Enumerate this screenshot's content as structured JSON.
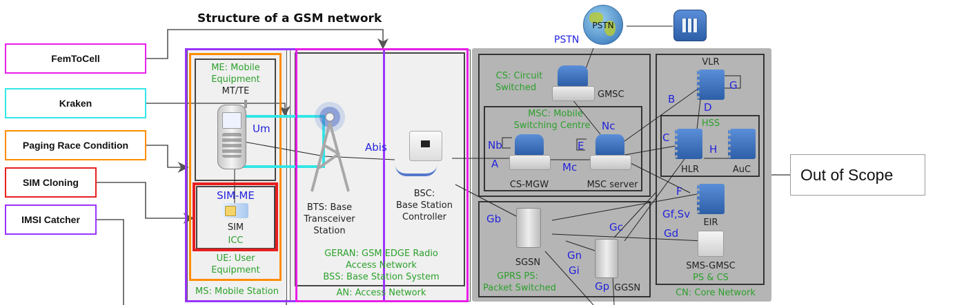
{
  "title": "Structure of a GSM network",
  "attack_labels": [
    {
      "label": "FemToCell",
      "color": "#e81ee8"
    },
    {
      "label": "Kraken",
      "color": "#33e6e6"
    },
    {
      "label": "Paging Race Condition",
      "color": "#ff8c00"
    },
    {
      "label": "SIM Cloning",
      "color": "#e81e1e"
    },
    {
      "label": "IMSI Catcher",
      "color": "#9933ff"
    }
  ],
  "out_of_scope": "Out of Scope",
  "ms": {
    "me_label": "ME: Mobile Equipment",
    "me_line1": "ME: Mobile",
    "me_line2": "Equipment",
    "mt_te": "MT/TE",
    "um": "Um",
    "sim_me": "SIM-ME",
    "sim": "SIM",
    "icc": "ICC",
    "ue_line1": "UE: User",
    "ue_line2": "Equipment",
    "ms_label": "MS: Mobile Station"
  },
  "an": {
    "abis": "Abis",
    "bts_line1": "BTS: Base",
    "bts_line2": "Transceiver",
    "bts_line3": "Station",
    "bsc_line1": "BSC:",
    "bsc_line2": "Base Station",
    "bsc_line3": "Controller",
    "geran_line1": "GERAN: GSM EDGE Radio",
    "geran_line2": "Access Network",
    "bss": "BSS: Base Station System",
    "an_label": "AN: Access Network"
  },
  "cn": {
    "pstn_globe": "PSTN",
    "pstn_link": "PSTN",
    "cs_line1": "CS: Circuit",
    "cs_line2": "Switched",
    "gmsc": "GMSC",
    "msc_line1": "MSC: Mobile",
    "msc_line2": "Switching Centre",
    "nc": "Nc",
    "nb": "Nb",
    "e": "E",
    "a": "A",
    "mc": "Mc",
    "cs_mgw": "CS-MGW",
    "msc_server": "MSC server",
    "gb": "Gb",
    "gc": "Gc",
    "gn": "Gn",
    "gi": "Gi",
    "gp": "Gp",
    "sgsn": "SGSN",
    "ggsn": "GGSN",
    "gprs_line1": "GPRS PS:",
    "gprs_line2": "Packet Switched",
    "vlr": "VLR",
    "g": "G",
    "b": "B",
    "d": "D",
    "hss": "HSS",
    "c": "C",
    "h": "H",
    "hlr": "HLR",
    "auc": "AuC",
    "f": "F",
    "gf_sv": "Gf,Sv",
    "eir": "EIR",
    "gd": "Gd",
    "sms_gmsc": "SMS-GMSC",
    "ps_cs": "PS & CS",
    "cn_label": "CN: Core Network"
  }
}
